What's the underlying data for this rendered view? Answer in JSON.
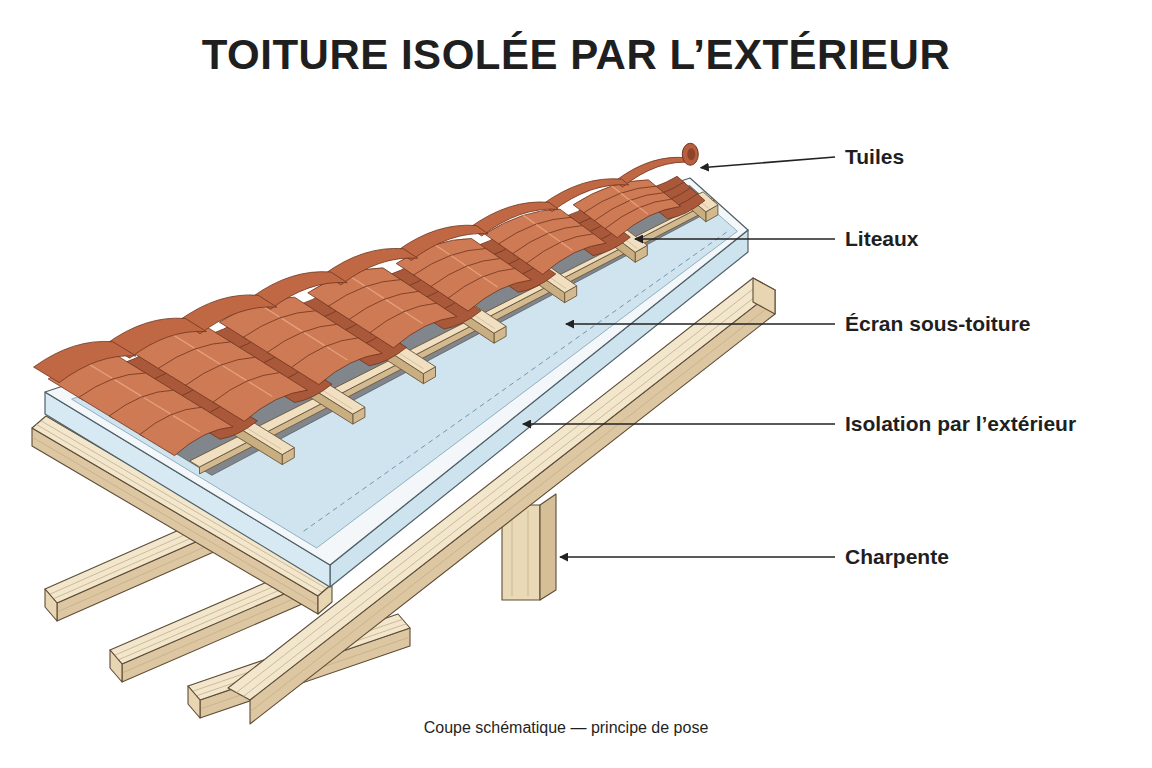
{
  "diagram": {
    "title": "TOITURE ISOLÉE PAR L’EXTÉRIEUR",
    "caption": "Coupe schématique — principe de pose",
    "labels": [
      "Tuiles",
      "Liteaux",
      "Écran sous-toiture",
      "Isolation par l’extérieur",
      "Charpente"
    ]
  }
}
